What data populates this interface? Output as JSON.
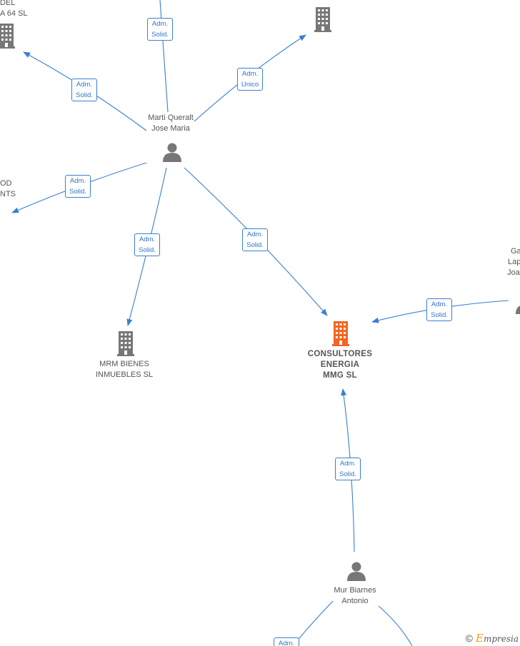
{
  "nodes": {
    "top_left": {
      "lines": [
        "DEL",
        "A 64  SL"
      ]
    },
    "top_center": {
      "lines": [
        ""
      ]
    },
    "marti": {
      "lines": [
        "Marti Queralt",
        "Jose Maria"
      ]
    },
    "left_mid": {
      "lines": [
        "OD",
        "NTS"
      ]
    },
    "mrm": {
      "lines": [
        "MRM BIENES",
        "INMUEBLES SL"
      ]
    },
    "consultores": {
      "lines": [
        "CONSULTORES",
        "ENERGIA",
        "MMG  SL"
      ]
    },
    "right_person": {
      "lines": [
        "Ga",
        "Lap",
        "Joa"
      ]
    },
    "mur": {
      "lines": [
        "Mur Biarnes",
        "Antonio"
      ]
    }
  },
  "badges": [
    {
      "line1": "Adm.",
      "line2": "Solid."
    },
    {
      "line1": "Adm.",
      "line2": "Solid."
    },
    {
      "line1": "Adm.",
      "line2": "Unico"
    },
    {
      "line1": "Adm.",
      "line2": "Solid."
    },
    {
      "line1": "Adm.",
      "line2": "Solid."
    },
    {
      "line1": "Adm.",
      "line2": "Solid."
    },
    {
      "line1": "Adm.",
      "line2": "Solid."
    },
    {
      "line1": "Adm.",
      "line2": "Solid."
    },
    {
      "line1": "Adm.",
      "line2": ""
    }
  ],
  "footer": {
    "copyright": "©",
    "brand_initial": "E",
    "brand_rest": "mpresia"
  },
  "colors": {
    "edge": "#3a7fd0",
    "company": "#777777",
    "main_company": "#f26522",
    "person": "#777777"
  },
  "icons": {
    "company": "building-icon",
    "person": "person-icon"
  }
}
